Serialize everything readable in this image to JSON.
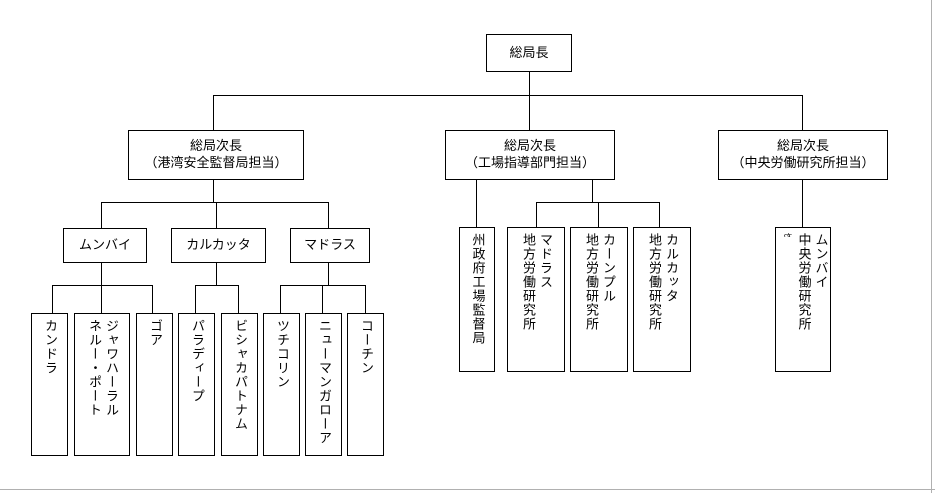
{
  "root": {
    "label": "総局長"
  },
  "deputies": [
    {
      "line1": "総局次長",
      "line2": "（港湾安全監督局担当）"
    },
    {
      "line1": "総局次長",
      "line2": "（工場指導部門担当）"
    },
    {
      "line1": "総局次長",
      "line2": "（中央労働研究所担当）"
    }
  ],
  "regions": [
    {
      "label": "ムンバイ"
    },
    {
      "label": "カルカッタ"
    },
    {
      "label": "マドラス"
    }
  ],
  "ports": [
    {
      "lines": [
        "カンドラ"
      ]
    },
    {
      "lines": [
        "ジャワハーラル",
        "ネルー・ポート"
      ]
    },
    {
      "lines": [
        "ゴア"
      ]
    },
    {
      "lines": [
        "パラディープ"
      ]
    },
    {
      "lines": [
        "ビシャカパトナム"
      ]
    },
    {
      "lines": [
        "ツチコリン"
      ]
    },
    {
      "lines": [
        "ニューマンガローア"
      ]
    },
    {
      "lines": [
        "コーチン"
      ]
    }
  ],
  "factory_units": [
    {
      "lines": [
        "州政府工場監督局"
      ]
    },
    {
      "lines": [
        "マドラス",
        "地方労働研究所"
      ]
    },
    {
      "lines": [
        "カーンプル",
        "地方労働研究所"
      ]
    },
    {
      "lines": [
        "カルカッタ",
        "地方労働研究所"
      ]
    }
  ],
  "central_units": [
    {
      "lines": [
        "ムンバイ",
        "中央労働研究所",
        "ｾ"
      ]
    }
  ]
}
